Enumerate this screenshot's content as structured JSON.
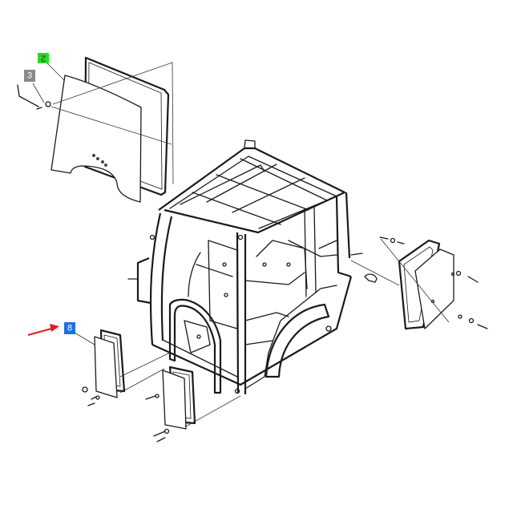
{
  "callouts": [
    {
      "id": "callout-2",
      "label": "2",
      "color": "#22dd22",
      "text_color": "#333333"
    },
    {
      "id": "callout-3",
      "label": "3",
      "color": "#8a8a8a",
      "text_color": "#ffffff"
    },
    {
      "id": "callout-8",
      "label": "8",
      "color": "#1e6fe0",
      "text_color": "#ffffff"
    }
  ],
  "pointer": {
    "color": "#e02020",
    "icon": "arrow-right-icon"
  }
}
